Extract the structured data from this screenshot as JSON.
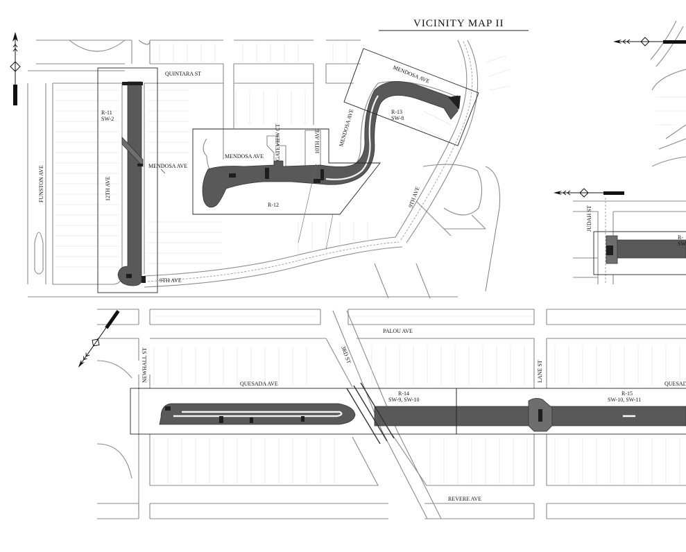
{
  "title": "VICINITY MAP II",
  "streets": {
    "quintara": "QUINTARA ST",
    "funston": "FUNSTON AVE",
    "twelfth": "12TH AVE",
    "mendosa_top": "MENDOSA AVE",
    "mendosa_mid": "MENDOSA AVE",
    "mendosa_left": "MENDOSA AVE",
    "mendosa_vert": "MENDOSA AVE",
    "gateview": "GATEVIEW CT",
    "tenth": "10TH AVE",
    "ninth_diag": "9TH AVE",
    "ninth_bottom": "9TH AVE",
    "judah": "JUDAH ST",
    "palou": "PALOU AVE",
    "newhall": "NEWHALL ST",
    "third": "3RD ST",
    "quesada": "QUESADA AVE",
    "quesada_right": "QUESADA",
    "lane": "LANE ST",
    "revere": "REVERE AVE"
  },
  "regions": {
    "r11": {
      "name": "R-11",
      "sw": "SW-2"
    },
    "r12": {
      "name": "R-12"
    },
    "r13": {
      "name": "R-13",
      "sw": "SW-8"
    },
    "r14": {
      "name": "R-14",
      "sw": "SW-9, SW-10"
    },
    "r15": {
      "name": "R-15",
      "sw": "SW-10, SW-11"
    },
    "r_partial": {
      "name": "R-",
      "sw": "SW-"
    }
  },
  "icons": [
    "north-arrow-icon"
  ],
  "colors": {
    "paving": "#595959",
    "curb": "#8a8a8a",
    "frame": "#222222",
    "background": "#ffffff"
  }
}
